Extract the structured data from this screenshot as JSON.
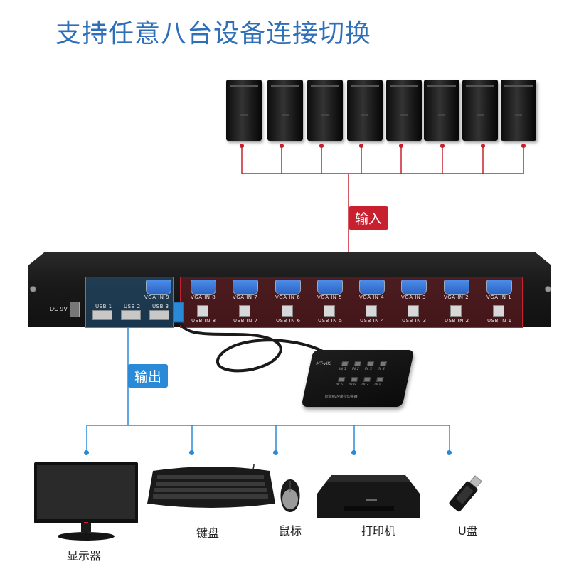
{
  "title": "支持任意八台设备连接切换",
  "labels": {
    "input": "输入",
    "output": "输出"
  },
  "ports": {
    "vga_in": [
      "VGA IN 8",
      "VGA IN 7",
      "VGA IN 6",
      "VGA IN 5",
      "VGA IN 4",
      "VGA IN 3",
      "VGA IN 2",
      "VGA IN 1"
    ],
    "usb_in": [
      "USB IN 8",
      "USB IN 7",
      "USB IN 6",
      "USB IN 5",
      "USB IN 4",
      "USB IN 3",
      "USB IN 2",
      "USB IN 1"
    ],
    "vga_out": "VGA IN 9",
    "usb_out": [
      "USB 1",
      "USB 2",
      "USB 3"
    ],
    "dc": "DC 9V"
  },
  "remote": {
    "brand": "MT-VIKI",
    "caption": "智能KVM遥控切换器",
    "buttons": [
      "IN 1",
      "IN 2",
      "IN 3",
      "IN 4",
      "IN 5",
      "IN 6",
      "IN 7",
      "IN 8"
    ]
  },
  "devices": [
    "显示器",
    "键盘",
    "鼠标",
    "打印机",
    "U盘"
  ],
  "colors": {
    "title": "#2f6fb8",
    "input": "#c8202f",
    "output": "#2a8ad8"
  }
}
